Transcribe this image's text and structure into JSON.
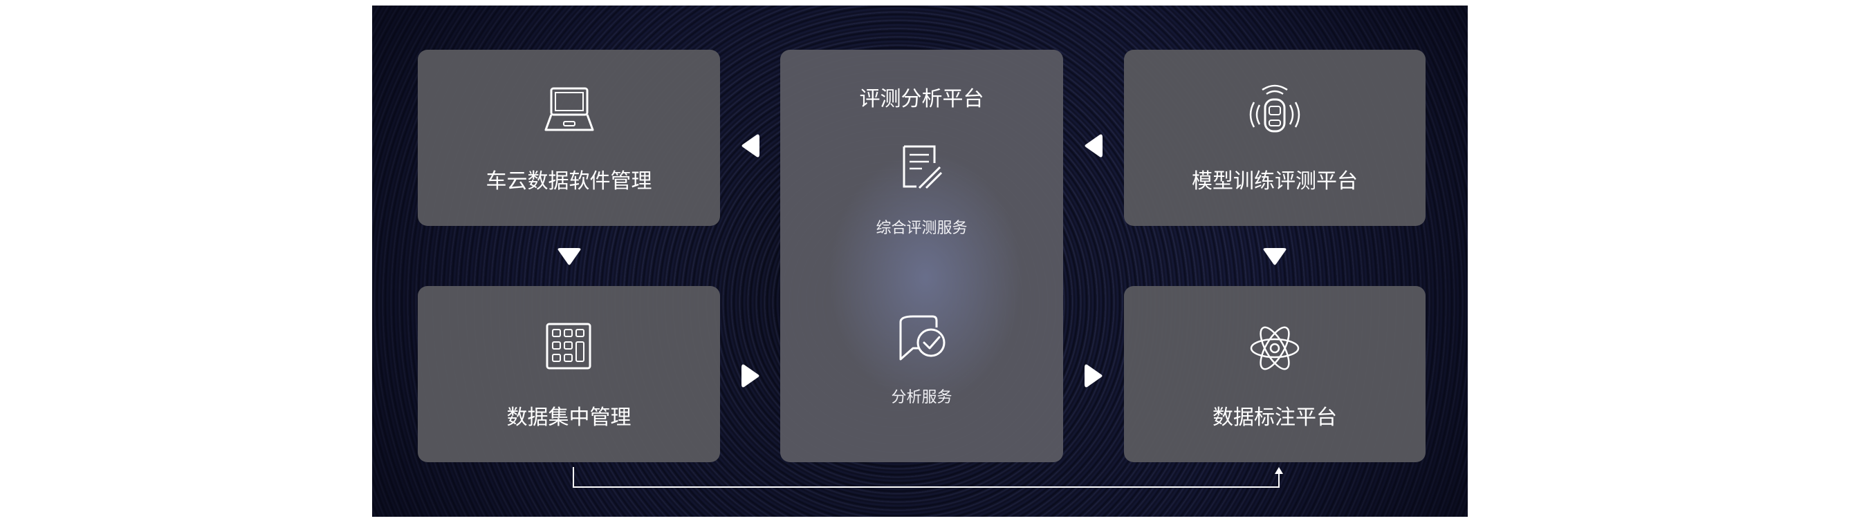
{
  "cards": {
    "vehicle_cloud": {
      "label": "车云数据软件管理",
      "icon": "laptop-icon"
    },
    "dataset": {
      "label": "数据集中管理",
      "icon": "grid-keypad-icon"
    },
    "evaluation_platform": {
      "title": "评测分析平台",
      "services": [
        {
          "label": "综合评测服务",
          "icon": "document-edit-icon"
        },
        {
          "label": "分析服务",
          "icon": "chat-check-icon"
        }
      ]
    },
    "model_training": {
      "label": "模型训练评测平台",
      "icon": "car-sensor-icon"
    },
    "annotation": {
      "label": "数据标注平台",
      "icon": "atom-icon"
    }
  },
  "colors": {
    "card": "#58585e",
    "text": "#ffffff",
    "arrow": "#ffffff",
    "background": "#0b0d22"
  }
}
